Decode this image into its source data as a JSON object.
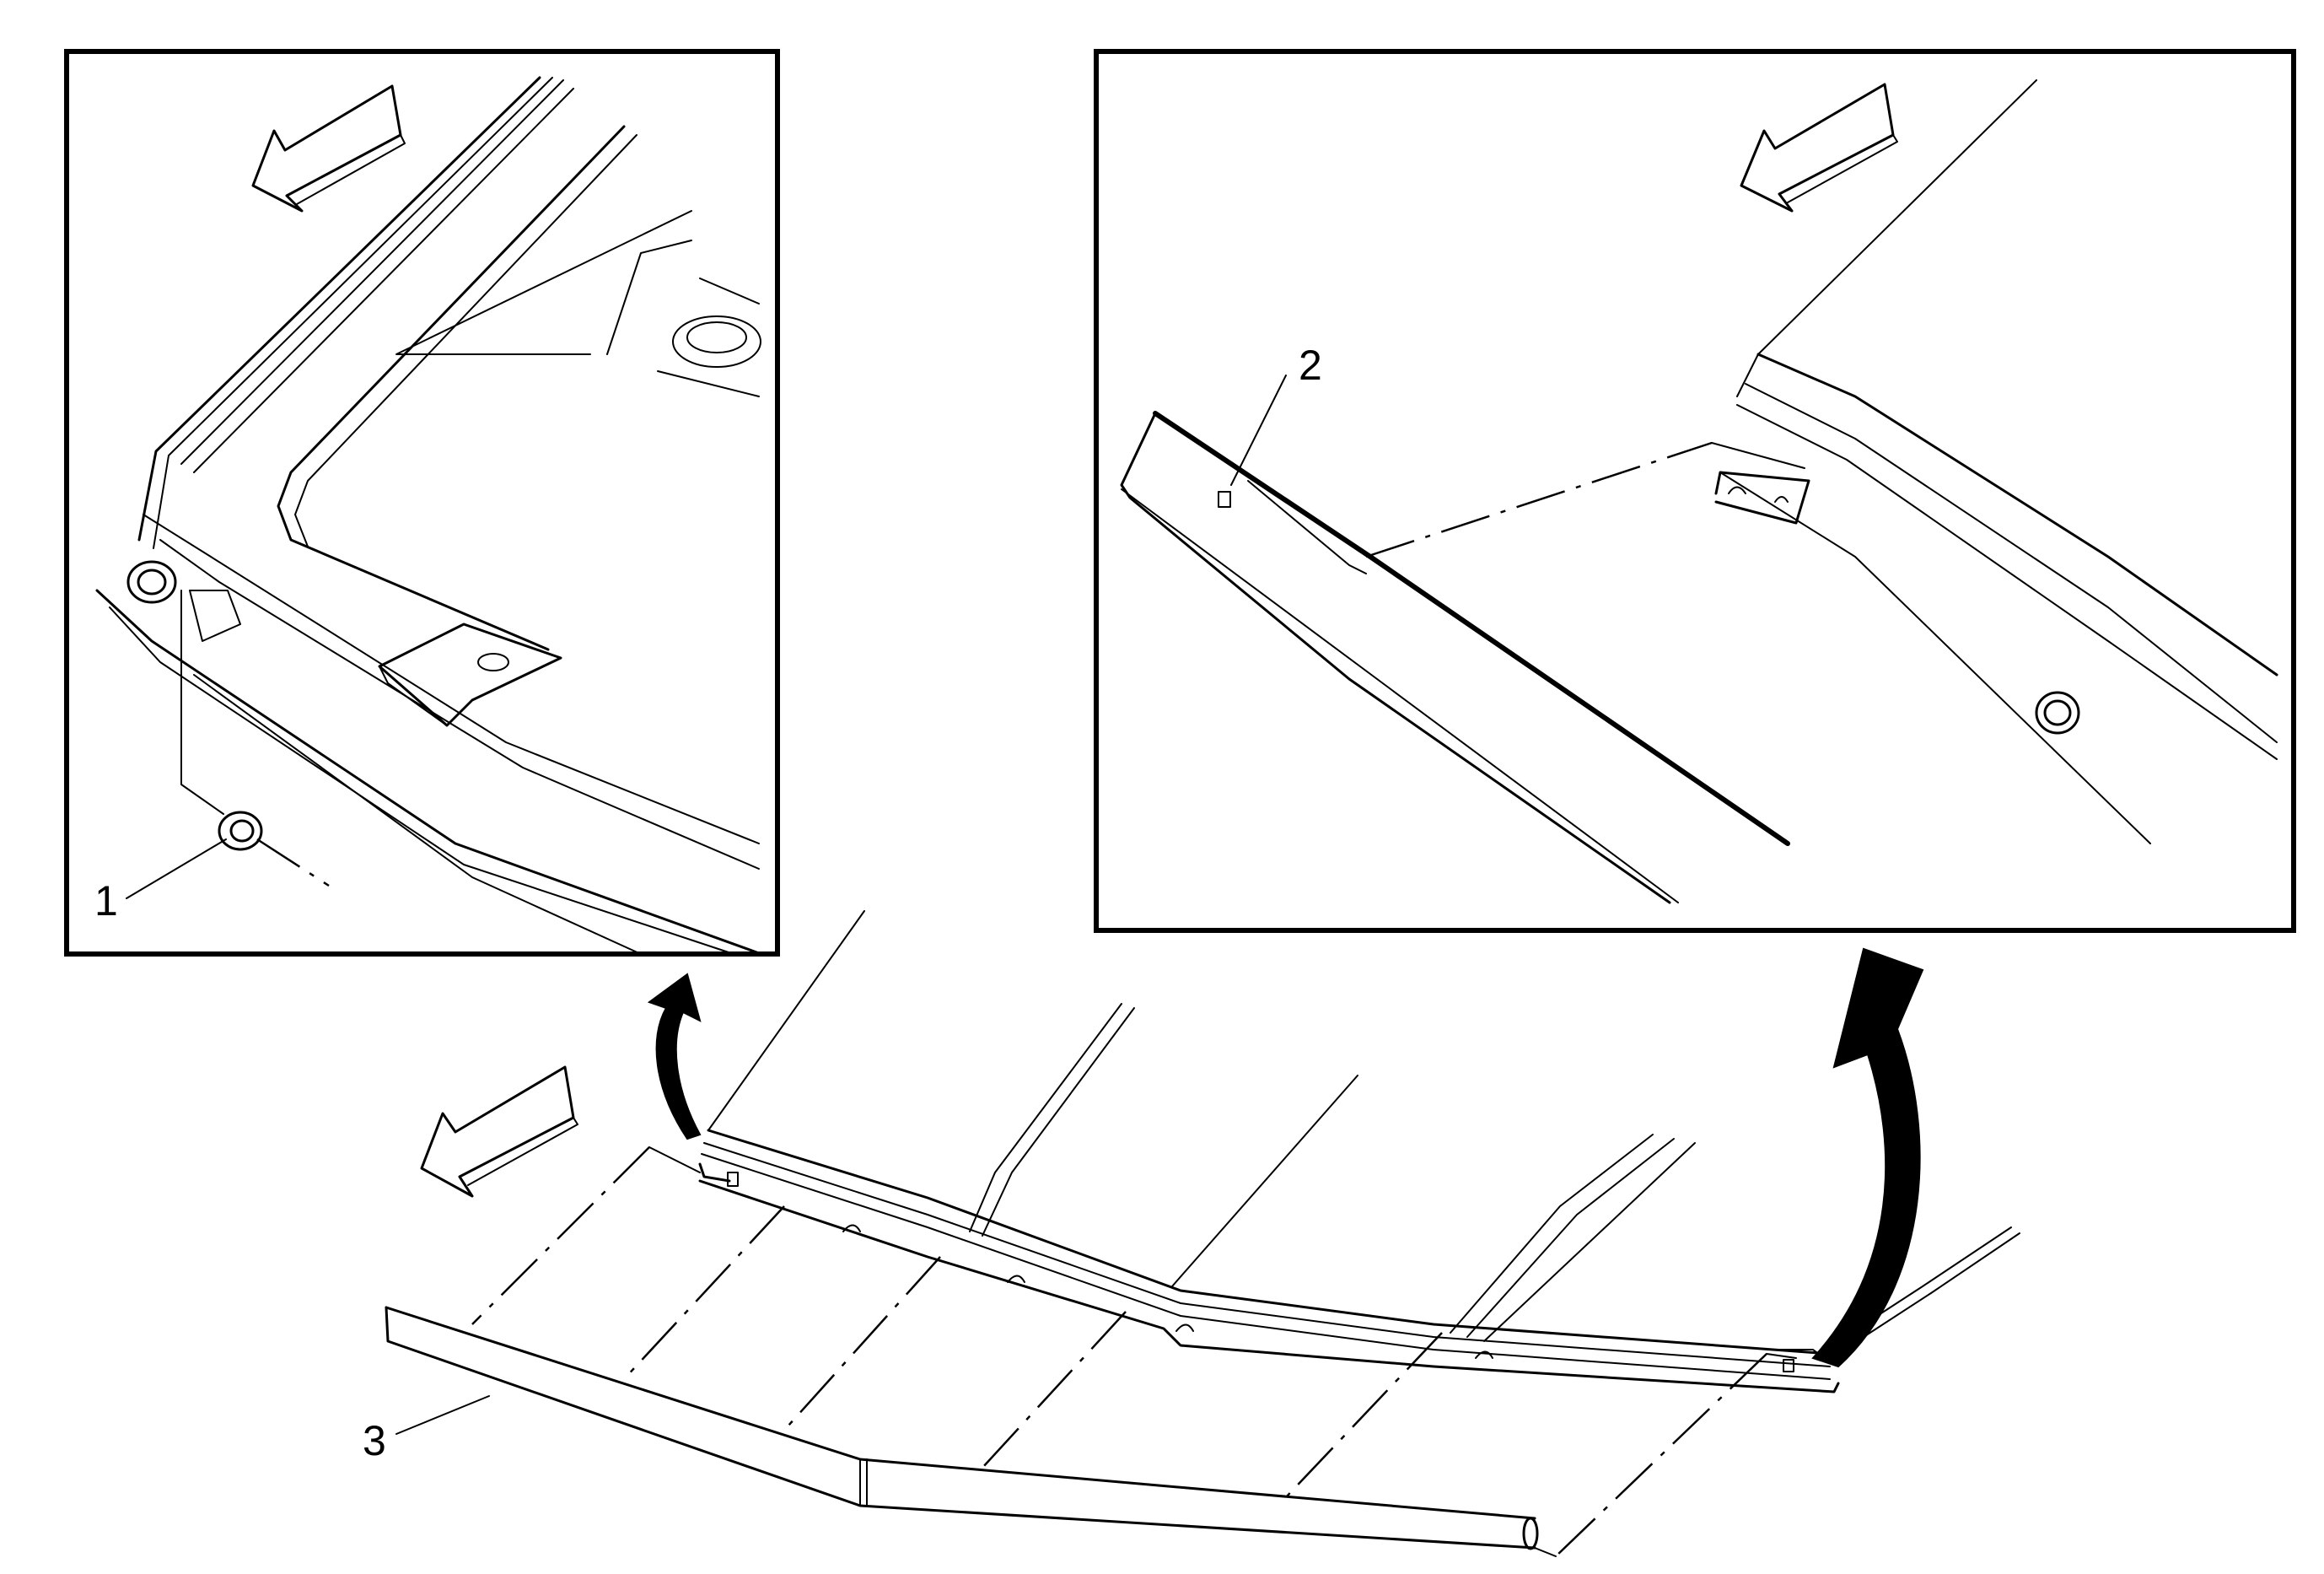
{
  "callouts": {
    "c1": "1",
    "c2": "2",
    "c3": "3"
  },
  "colors": {
    "line": "#000000",
    "background": "#ffffff"
  },
  "icons": [
    "direction-arrow-icon",
    "curved-arrow-icon"
  ]
}
